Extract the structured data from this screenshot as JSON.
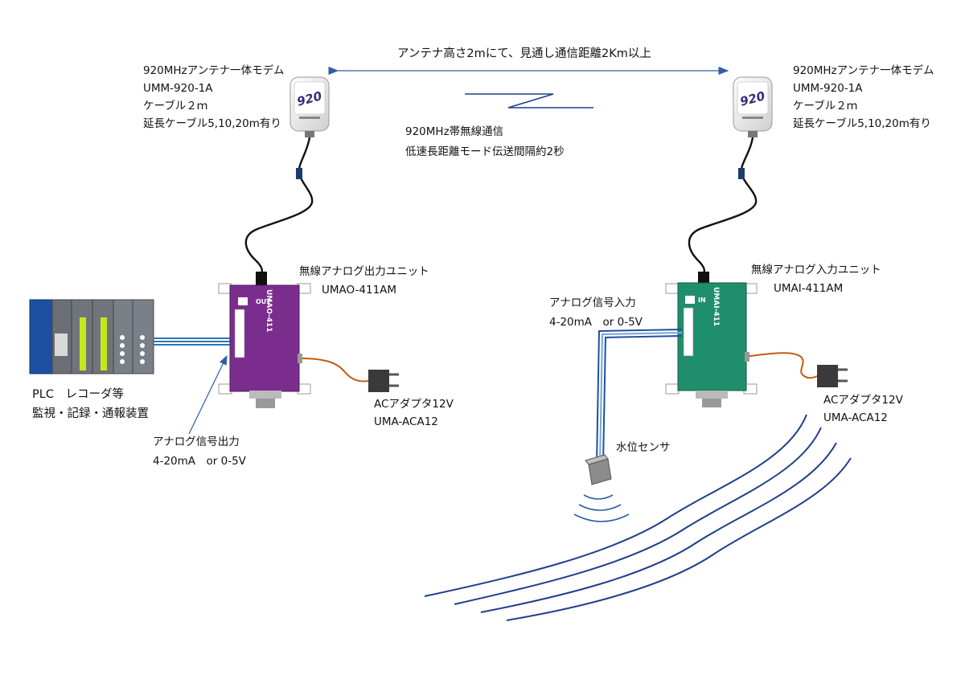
{
  "link": {
    "range_label": "アンテナ高さ2mにて、見通し通信距離2Km以上",
    "radio_line1": "920MHz帯無線通信",
    "radio_line2": "低速長距離モード伝送間隔約2秒"
  },
  "modem_left": {
    "line1": "920MHzアンテナ一体モデム",
    "line2": "UMM-920-1A",
    "line3": " ケーブル２ｍ",
    "line4": "延長ケーブル5,10,20m有り",
    "face_label": "920"
  },
  "modem_right": {
    "line1": "920MHzアンテナ一体モデム",
    "line2": "UMM-920-1A",
    "line3": " ケーブル２ｍ",
    "line4": "延長ケーブル5,10,20m有り",
    "face_label": "920"
  },
  "output_unit": {
    "title": "無線アナログ出力ユニット",
    "model": "UMAO-411AM",
    "face_model": "UMAO-411",
    "face_badge": "OUT",
    "color": "#7b2d8e"
  },
  "input_unit": {
    "title": "無線アナログ入力ユニット",
    "model": "UMAI-411AM",
    "face_model": "UMAI-411",
    "face_badge": "IN",
    "color": "#1f8f6b"
  },
  "plc": {
    "line1": "PLC　レコーダ等",
    "line2": "監視・記録・通報装置"
  },
  "analog_output": {
    "line1": "アナログ信号出力",
    "line2": "4-20mA　or  0-5V"
  },
  "analog_input": {
    "line1": "アナログ信号入力",
    "line2": "4-20mA　or  0-5V"
  },
  "adapter_left": {
    "line1": "ACアダプタ12V",
    "line2": "UMA-ACA12"
  },
  "adapter_right": {
    "line1": "ACアダプタ12V",
    "line2": "UMA-ACA12"
  },
  "sensor": {
    "label": "水位センサ"
  },
  "colors": {
    "arrow": "#2e5fa3",
    "cable_blue": "#2e75b6",
    "power_cord": "#c55a11",
    "river": "#1f3f8c"
  }
}
